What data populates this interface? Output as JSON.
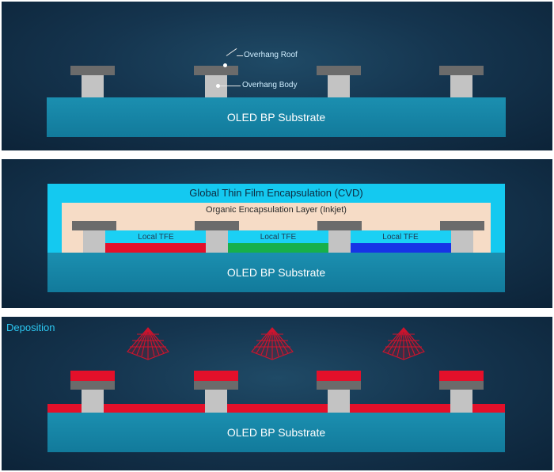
{
  "panel1": {
    "substrate_label": "OLED BP Substrate",
    "roof_label": "Overhang Roof",
    "body_label": "Overhang Body"
  },
  "panel2": {
    "global_tfe_label": "Global Thin Film Encapsulation (CVD)",
    "organic_layer_label": "Organic Encapsulation Layer (Inkjet)",
    "local_tfe_labels": [
      "Local TFE",
      "Local TFE",
      "Local TFE"
    ],
    "substrate_label": "OLED BP Substrate",
    "emitter_colors": [
      "#e3102a",
      "#17b04a",
      "#1733e6"
    ]
  },
  "panel3": {
    "title": "Deposition",
    "substrate_label": "OLED BP Substrate",
    "deposition_color": "#e3102a"
  },
  "colors": {
    "substrate": "#1584a6",
    "overhang_roof": "#6b6b6b",
    "overhang_body": "#c3c3c3",
    "global_tfe": "#14c9f0",
    "organic_layer": "#f6dcc6",
    "background": "#15354f"
  }
}
